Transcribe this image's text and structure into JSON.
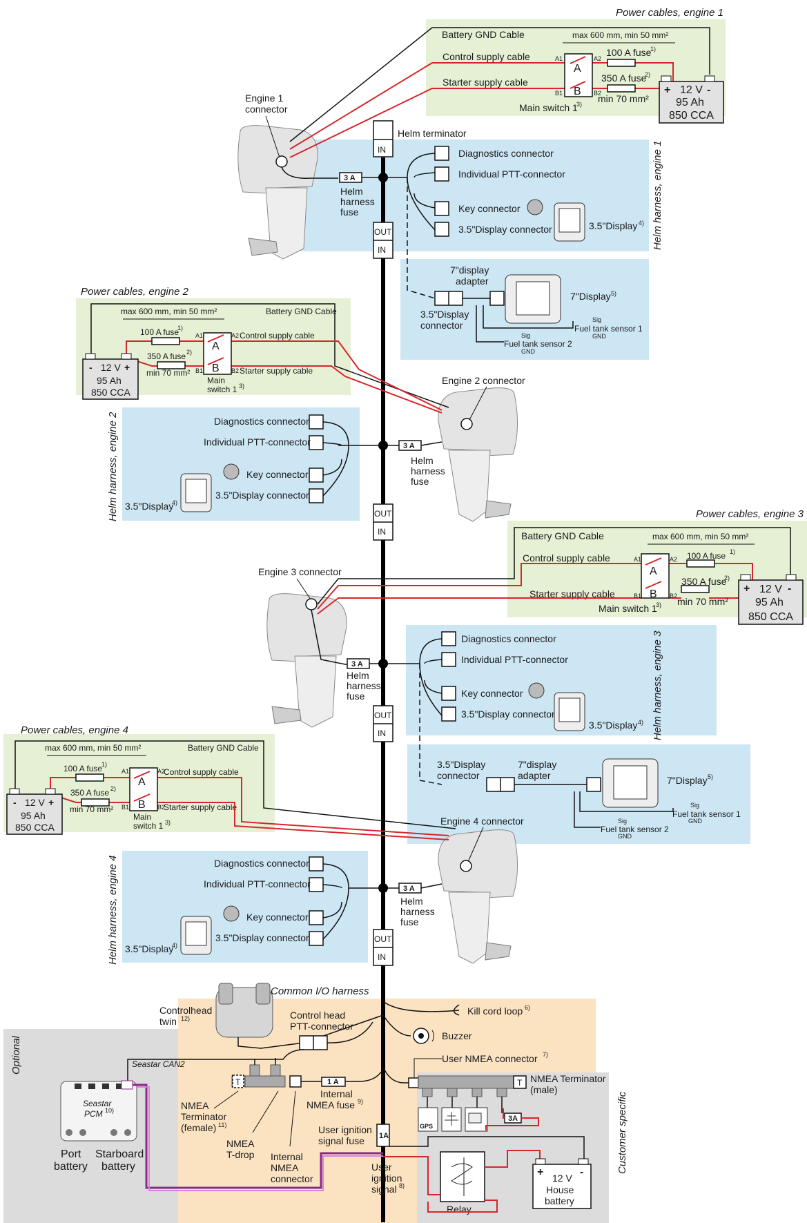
{
  "colors": {
    "power_bg": "#e6f0d4",
    "helm_bg": "#cde6f4",
    "common_bg": "#fbe3c2",
    "optional_bg": "#dcdcdc",
    "customer_bg": "#dcdcdc",
    "red_cable": "#d7262b",
    "purple_cable": "#8b2a8b",
    "bus": "#000000"
  },
  "power": {
    "e1_title": "Power cables, engine 1",
    "e2_title": "Power cables, engine 2",
    "e3_title": "Power cables, engine 3",
    "e4_title": "Power cables, engine 4",
    "gnd_cable": "Battery GND Cable",
    "control_cable": "Control supply cable",
    "starter_cable": "Starter supply cable",
    "max_len": "max 600 mm, min 50 mm²",
    "fuse_100": "100 A fuse",
    "fuse_100_sup": "1)",
    "fuse_350": "350 A fuse",
    "fuse_350_sup": "2)",
    "min70": "min 70 mm²",
    "main_switch": "Main switch 1",
    "main_switch_l1": "Main",
    "main_switch_l2": "switch 1",
    "main_switch_sup": "3)",
    "sw_a": "A",
    "sw_b": "B",
    "a1": "A1",
    "a2": "A2",
    "b1": "B1",
    "b2": "B2",
    "plus": "+",
    "minus": "-",
    "battery_v": "12 V",
    "battery_ah": "95 Ah",
    "battery_cca": "850 CCA"
  },
  "helm": {
    "e1_title": "Helm harness, engine 1",
    "e2_title": "Helm harness, engine 2",
    "e3_title": "Helm harness, engine 3",
    "e4_title": "Helm harness, engine 4",
    "diag": "Diagnostics connector",
    "ptt": "Individual PTT-connector",
    "key": "Key connector",
    "disp_conn": "3.5\"Display connector",
    "disp35": "3.5\"Display",
    "disp35_sup": "4)",
    "disp7": "7\"Display",
    "disp7_sup": "5)",
    "adapter_l1": "7\"display",
    "adapter_l2": "adapter",
    "adapter_inline": "7\"display",
    "adapter_inline2": "adapter",
    "conn35_l1": "3.5\"Display",
    "conn35_l2": "connector",
    "fuel1": "Fuel tank sensor 1",
    "fuel2": "Fuel tank sensor 2",
    "sig": "Sig",
    "gnd": "GND",
    "fuse_label": "3 A",
    "fuse_l1": "Helm",
    "fuse_l2": "harness",
    "fuse_l3": "fuse",
    "helm_terminator": "Helm terminator",
    "in": "IN",
    "out": "OUT"
  },
  "engines": {
    "e1_l1": "Engine 1",
    "e1_l2": "connector",
    "e2": "Engine 2 connector",
    "e3": "Engine 3 connector",
    "e4": "Engine 4 connector"
  },
  "common": {
    "title": "Common I/O harness",
    "controlhead_l1": "Controlhead",
    "controlhead_l2": "twin",
    "controlhead_sup": "12)",
    "ptt_l1": "Control head",
    "ptt_l2": "PTT-connector",
    "kill": "Kill cord loop",
    "kill_sup": "6)",
    "buzzer": "Buzzer",
    "user_nmea": "User NMEA connector",
    "user_nmea_sup": "7)",
    "nmea_term_male_l1": "NMEA Terminator",
    "nmea_term_male_l2": "(male)",
    "fuse1a": "1 A",
    "int_fuse_l1": "Internal",
    "int_fuse_l2": "NMEA fuse",
    "int_fuse_sup": "9)",
    "ign_fuse_l1": "User ignition",
    "ign_fuse_l2": "signal fuse",
    "ign_fuse_box": "1A",
    "ign_sig_l1": "User",
    "ign_sig_l2": "ignition",
    "ign_sig_l3": "signal",
    "ign_sig_sup": "8)",
    "nmea_term_fem_l1": "NMEA",
    "nmea_term_fem_l2": "Terminator",
    "nmea_term_fem_l3": "(female)",
    "nmea_term_fem_sup": "11)",
    "tdrop_l1": "NMEA",
    "tdrop_l2": "T-drop",
    "int_conn_l1": "Internal",
    "int_conn_l2": "NMEA",
    "int_conn_l3": "connector",
    "t": "T"
  },
  "optional": {
    "title": "Optional",
    "can": "Seastar CAN2",
    "pcm_l1": "Seastar",
    "pcm_l2": "PCM",
    "pcm_sup": "10)",
    "port_l1": "Port",
    "port_l2": "battery",
    "stbd_l1": "Starboard",
    "stbd_l2": "battery"
  },
  "customer": {
    "title": "Customer specific",
    "fuse3a": "3A",
    "gps": "GPS",
    "relay": "Relay",
    "house_v": "12 V",
    "house_l1": "House",
    "house_l2": "battery",
    "plus": "+",
    "minus": "-"
  }
}
